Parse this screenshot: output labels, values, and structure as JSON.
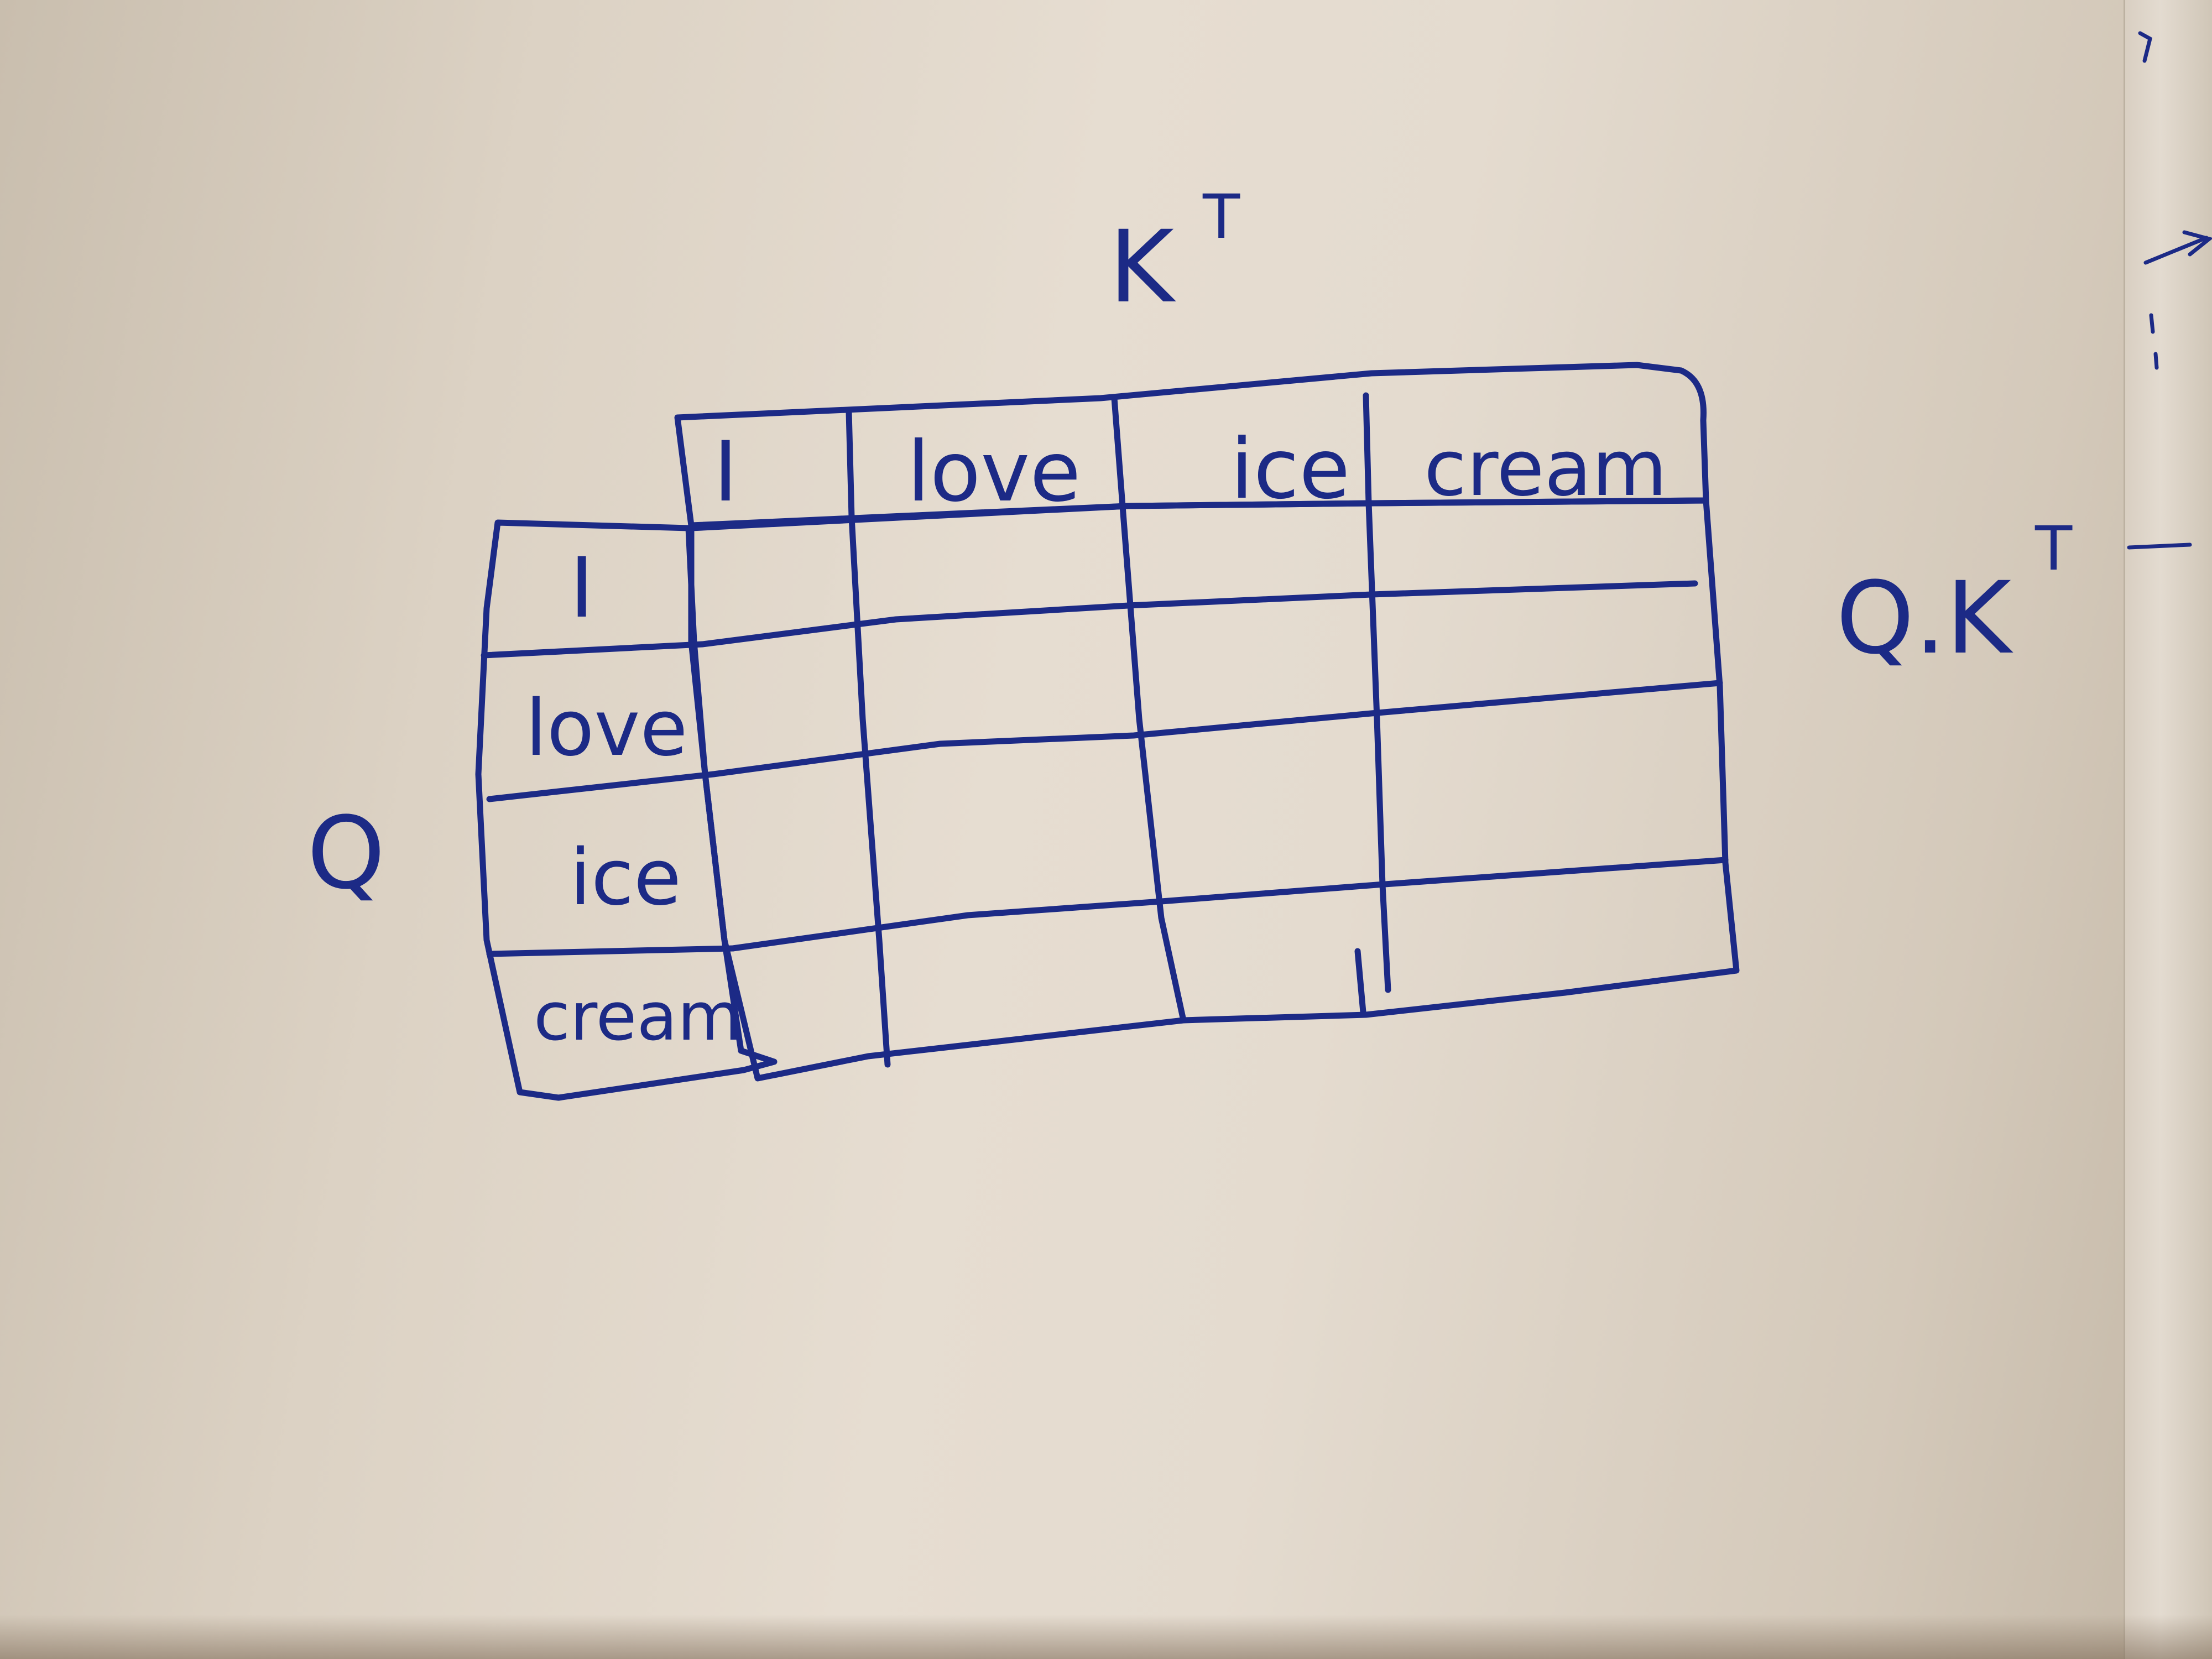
{
  "colors": {
    "ink": "#1c2a86",
    "paper": "#e3dacd"
  },
  "labels": {
    "k_transpose": "K",
    "k_transpose_sup": "T",
    "q": "Q",
    "qk_base": "Q.K",
    "qk_sup": "T"
  },
  "columns": [
    "I",
    "love",
    "ice",
    "cream"
  ],
  "rows": [
    "I",
    "love",
    "ice",
    "cream"
  ]
}
